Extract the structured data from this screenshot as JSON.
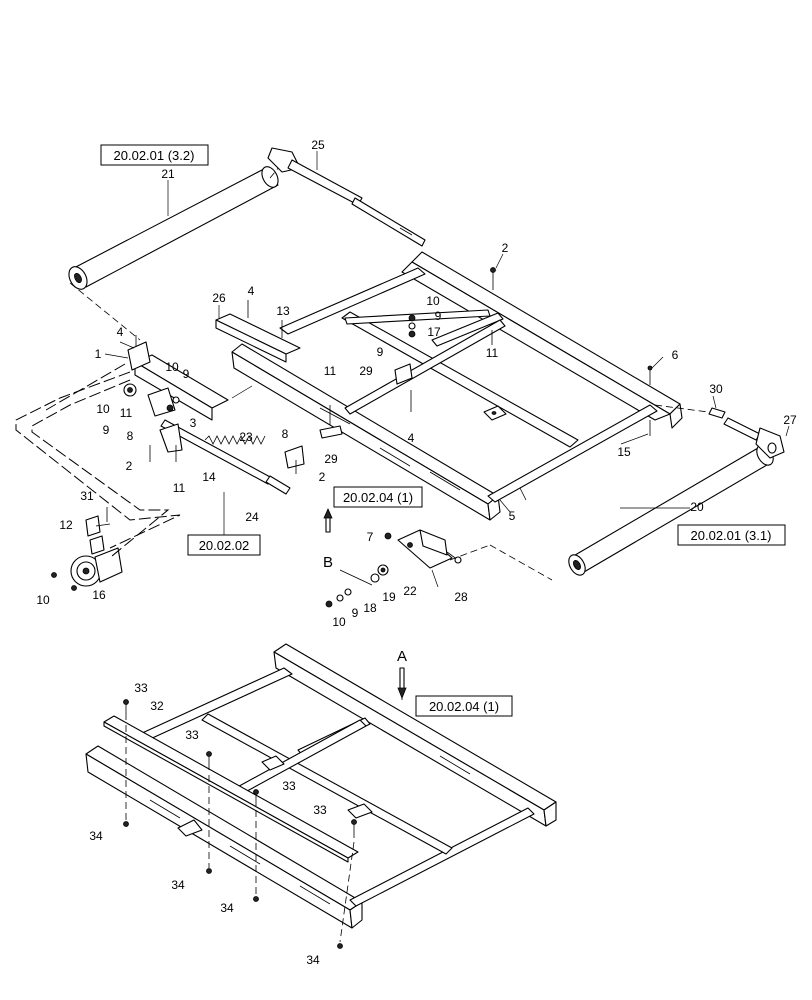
{
  "references": {
    "ref_21": "20.02.01 (3.2)",
    "ref_20": "20.02.01 (3.1)",
    "ref_frame_top": "20.02.04 (1)",
    "ref_frame_bottom": "20.02.04 (1)",
    "ref_tension": "20.02.02"
  },
  "view_labels": {
    "view_b": "B",
    "view_a": "A"
  },
  "callouts": [
    {
      "id": "c25",
      "text": "25"
    },
    {
      "id": "c21",
      "text": "21"
    },
    {
      "id": "c2a",
      "text": "2"
    },
    {
      "id": "c26",
      "text": "26"
    },
    {
      "id": "c4a",
      "text": "4"
    },
    {
      "id": "c13",
      "text": "13"
    },
    {
      "id": "c10a",
      "text": "10"
    },
    {
      "id": "c9a",
      "text": "9"
    },
    {
      "id": "c17",
      "text": "17"
    },
    {
      "id": "c11a",
      "text": "11"
    },
    {
      "id": "c6",
      "text": "6"
    },
    {
      "id": "c4b",
      "text": "4"
    },
    {
      "id": "c1",
      "text": "1"
    },
    {
      "id": "c10b",
      "text": "10"
    },
    {
      "id": "c9b",
      "text": "9"
    },
    {
      "id": "c10c",
      "text": "10"
    },
    {
      "id": "c11b",
      "text": "11"
    },
    {
      "id": "c9c",
      "text": "9"
    },
    {
      "id": "c3",
      "text": "3"
    },
    {
      "id": "c8a",
      "text": "8"
    },
    {
      "id": "c23",
      "text": "23"
    },
    {
      "id": "c11c",
      "text": "11"
    },
    {
      "id": "c29a",
      "text": "29"
    },
    {
      "id": "c9d",
      "text": "9"
    },
    {
      "id": "c4c",
      "text": "4"
    },
    {
      "id": "c30",
      "text": "30"
    },
    {
      "id": "c27",
      "text": "27"
    },
    {
      "id": "c15",
      "text": "15"
    },
    {
      "id": "c8b",
      "text": "8"
    },
    {
      "id": "c29b",
      "text": "29"
    },
    {
      "id": "c2b",
      "text": "2"
    },
    {
      "id": "c2c",
      "text": "2"
    },
    {
      "id": "c11d",
      "text": "11"
    },
    {
      "id": "c14",
      "text": "14"
    },
    {
      "id": "c20",
      "text": "20"
    },
    {
      "id": "c31",
      "text": "31"
    },
    {
      "id": "c5",
      "text": "5"
    },
    {
      "id": "c24",
      "text": "24"
    },
    {
      "id": "c12",
      "text": "12"
    },
    {
      "id": "c7",
      "text": "7"
    },
    {
      "id": "c16",
      "text": "16"
    },
    {
      "id": "c10d",
      "text": "10"
    },
    {
      "id": "c22",
      "text": "22"
    },
    {
      "id": "c19",
      "text": "19"
    },
    {
      "id": "c18",
      "text": "18"
    },
    {
      "id": "c28",
      "text": "28"
    },
    {
      "id": "c10e",
      "text": "10"
    },
    {
      "id": "c9e",
      "text": "9"
    },
    {
      "id": "c33a",
      "text": "33"
    },
    {
      "id": "c32",
      "text": "32"
    },
    {
      "id": "c33b",
      "text": "33"
    },
    {
      "id": "c33c",
      "text": "33"
    },
    {
      "id": "c33d",
      "text": "33"
    },
    {
      "id": "c34a",
      "text": "34"
    },
    {
      "id": "c34b",
      "text": "34"
    },
    {
      "id": "c34c",
      "text": "34"
    },
    {
      "id": "c34d",
      "text": "34"
    }
  ]
}
